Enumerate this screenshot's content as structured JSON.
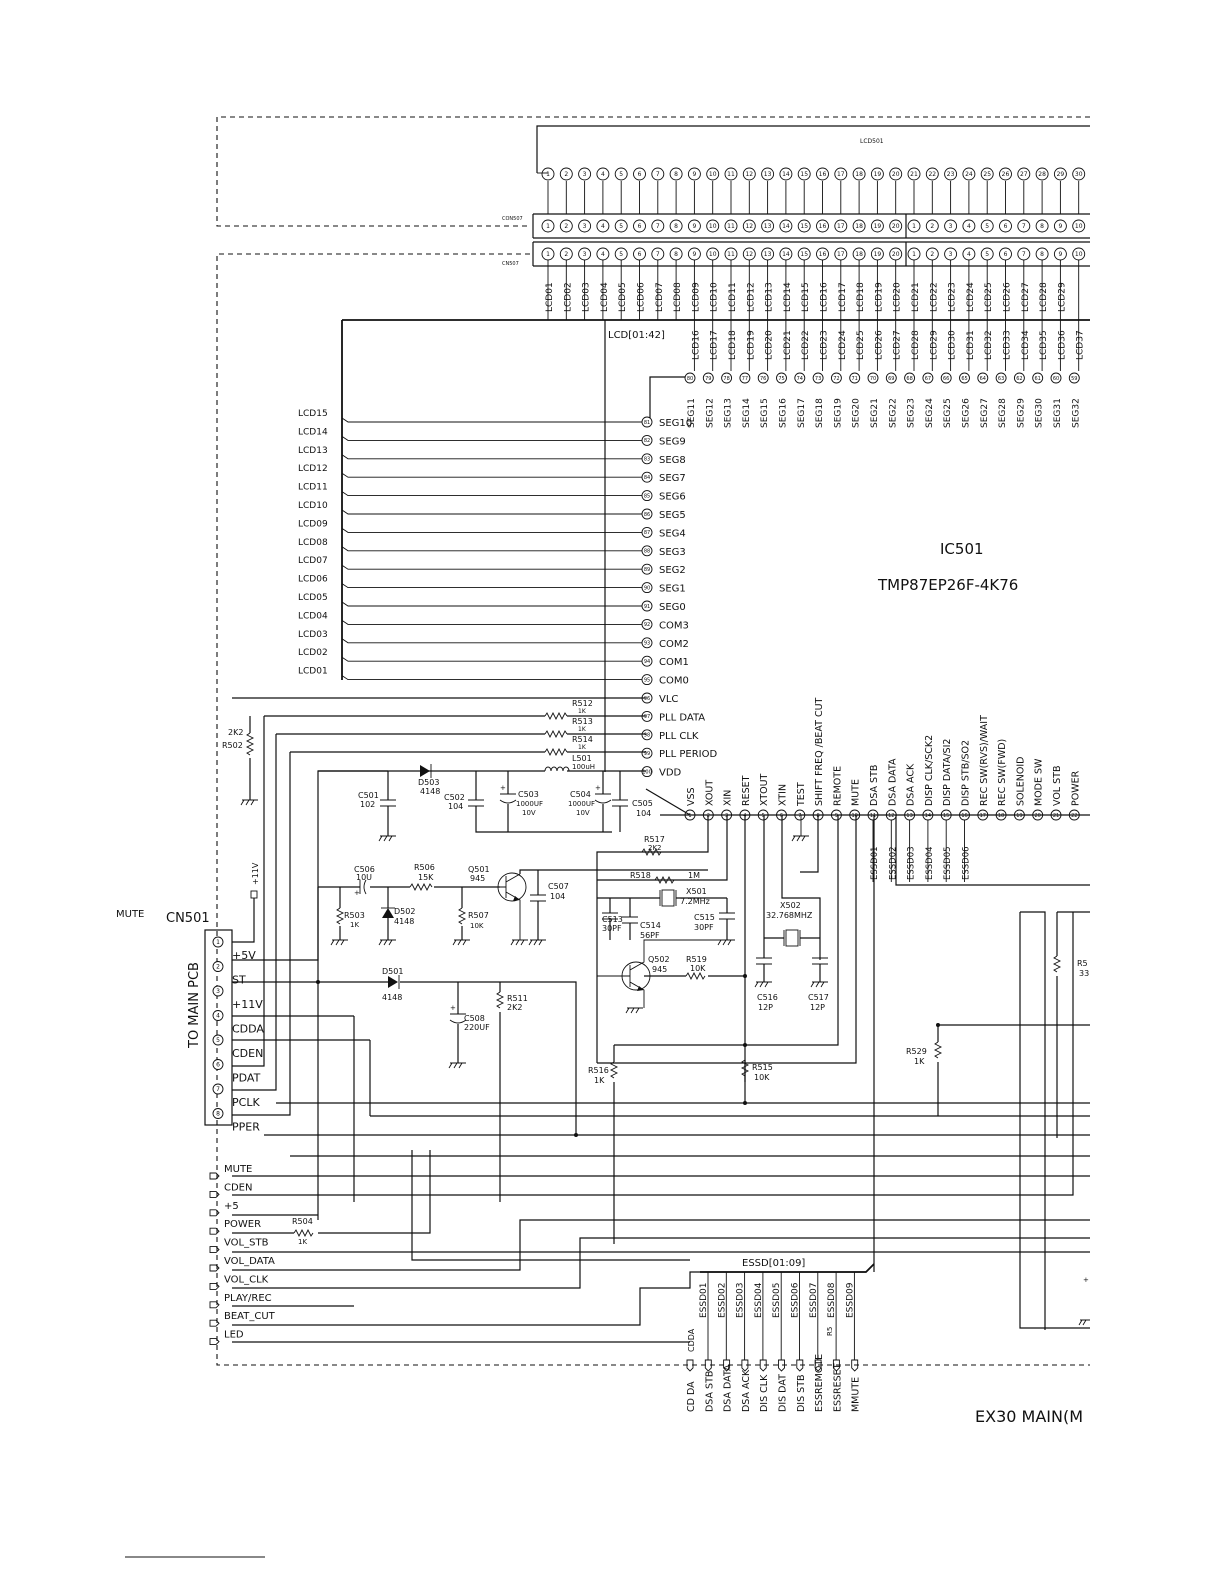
{
  "ic": {
    "ref": "IC501",
    "part": "TMP87EP26F-4K76",
    "left_pins": [
      {
        "num": "81",
        "name": "SEG10",
        "net": "LCD15"
      },
      {
        "num": "82",
        "name": "SEG9",
        "net": "LCD14"
      },
      {
        "num": "83",
        "name": "SEG8",
        "net": "LCD13"
      },
      {
        "num": "84",
        "name": "SEG7",
        "net": "LCD12"
      },
      {
        "num": "85",
        "name": "SEG6",
        "net": "LCD11"
      },
      {
        "num": "86",
        "name": "SEG5",
        "net": "LCD10"
      },
      {
        "num": "87",
        "name": "SEG4",
        "net": "LCD09"
      },
      {
        "num": "88",
        "name": "SEG3",
        "net": "LCD08"
      },
      {
        "num": "89",
        "name": "SEG2",
        "net": "LCD07"
      },
      {
        "num": "90",
        "name": "SEG1",
        "net": "LCD06"
      },
      {
        "num": "91",
        "name": "SEG0",
        "net": "LCD05"
      },
      {
        "num": "92",
        "name": "COM3",
        "net": "LCD04"
      },
      {
        "num": "93",
        "name": "COM2",
        "net": "LCD03"
      },
      {
        "num": "94",
        "name": "COM1",
        "net": "LCD02"
      },
      {
        "num": "95",
        "name": "COM0",
        "net": "LCD01"
      },
      {
        "num": "96",
        "name": "VLC",
        "net": ""
      },
      {
        "num": "97",
        "name": "PLL DATA",
        "net": ""
      },
      {
        "num": "98",
        "name": "PLL CLK",
        "net": ""
      },
      {
        "num": "99",
        "name": "PLL PERIOD",
        "net": ""
      },
      {
        "num": "100",
        "name": "VDD",
        "net": ""
      }
    ],
    "top_pins": [
      {
        "num": "80",
        "name": "SEG11"
      },
      {
        "num": "79",
        "name": "SEG12"
      },
      {
        "num": "78",
        "name": "SEG13"
      },
      {
        "num": "77",
        "name": "SEG14"
      },
      {
        "num": "76",
        "name": "SEG15"
      },
      {
        "num": "75",
        "name": "SEG16"
      },
      {
        "num": "74",
        "name": "SEG17"
      },
      {
        "num": "73",
        "name": "SEG18"
      },
      {
        "num": "72",
        "name": "SEG19"
      },
      {
        "num": "71",
        "name": "SEG20"
      },
      {
        "num": "70",
        "name": "SEG21"
      },
      {
        "num": "69",
        "name": "SEG22"
      },
      {
        "num": "68",
        "name": "SEG23"
      },
      {
        "num": "67",
        "name": "SEG24"
      },
      {
        "num": "66",
        "name": "SEG25"
      },
      {
        "num": "65",
        "name": "SEG26"
      },
      {
        "num": "64",
        "name": "SEG27"
      },
      {
        "num": "63",
        "name": "SEG28"
      },
      {
        "num": "62",
        "name": "SEG29"
      },
      {
        "num": "61",
        "name": "SEG30"
      },
      {
        "num": "60",
        "name": "SEG31"
      },
      {
        "num": "59",
        "name": "SEG32"
      }
    ],
    "bottom_pins": [
      {
        "num": "1",
        "name": "VSS"
      },
      {
        "num": "2",
        "name": "XOUT"
      },
      {
        "num": "3",
        "name": "XIN"
      },
      {
        "num": "4",
        "name": "RESET"
      },
      {
        "num": "5",
        "name": "XTOUT"
      },
      {
        "num": "6",
        "name": "XTIN"
      },
      {
        "num": "7",
        "name": "TEST"
      },
      {
        "num": "8",
        "name": "SHIFT FREQ /BEAT CUT"
      },
      {
        "num": "9",
        "name": "REMOTE"
      },
      {
        "num": "10",
        "name": "MUTE"
      },
      {
        "num": "11",
        "name": "DSA STB"
      },
      {
        "num": "12",
        "name": "DSA DATA"
      },
      {
        "num": "13",
        "name": "DSA ACK"
      },
      {
        "num": "14",
        "name": "DISP CLK/SCK2"
      },
      {
        "num": "15",
        "name": "DISP DATA/SI2"
      },
      {
        "num": "16",
        "name": "DISP STB/SO2"
      },
      {
        "num": "17",
        "name": "REC SW(RVS)/WAIT"
      },
      {
        "num": "18",
        "name": "REC SW(FWD)"
      },
      {
        "num": "19",
        "name": "SOLENOID"
      },
      {
        "num": "20",
        "name": "MODE SW"
      },
      {
        "num": "21",
        "name": "VOL STB"
      },
      {
        "num": "22",
        "name": "POWER"
      }
    ]
  },
  "lcd": {
    "ref": "LCD501",
    "con_top_ref": "CON507",
    "con_bot_ref": "CN507",
    "pins_a": [
      "1",
      "2",
      "3",
      "4",
      "5",
      "6",
      "7",
      "8",
      "9",
      "10",
      "11",
      "12",
      "13",
      "14",
      "15",
      "16",
      "17",
      "18",
      "19",
      "20"
    ],
    "pins_b": [
      "21",
      "22",
      "23",
      "24",
      "25",
      "26",
      "27",
      "28",
      "29",
      "30"
    ],
    "pins_c": [
      "1",
      "2",
      "3",
      "4",
      "5",
      "6",
      "7",
      "8",
      "9",
      "10"
    ],
    "nets_upper_a": [
      "LCD01",
      "LCD02",
      "LCD03",
      "LCD04",
      "LCD05",
      "LCD06",
      "LCD07",
      "LCD08",
      "LCD09",
      "LCD10",
      "LCD11",
      "LCD12",
      "LCD13",
      "LCD14",
      "LCD15",
      "LCD16",
      "LCD17",
      "LCD18",
      "LCD19",
      "LCD20"
    ],
    "nets_upper_b": [
      "LCD21",
      "LCD22",
      "LCD23",
      "LCD24",
      "LCD25",
      "LCD26",
      "LCD27",
      "LCD28",
      "LCD29"
    ],
    "nets_lower": [
      "LCD16",
      "LCD17",
      "LCD18",
      "LCD19",
      "LCD20",
      "LCD21",
      "LCD22",
      "LCD23",
      "LCD24",
      "LCD25",
      "LCD26",
      "LCD27",
      "LCD28",
      "LCD29",
      "LCD30",
      "LCD31",
      "LCD32",
      "LCD33",
      "LCD34",
      "LCD35",
      "LCD36",
      "LCD37"
    ],
    "bus": "LCD[01:42]"
  },
  "components": {
    "r512": [
      "R512",
      "1K"
    ],
    "r513": [
      "R513",
      "1K"
    ],
    "r514": [
      "R514",
      "1K"
    ],
    "l501": [
      "L501",
      "100uH"
    ],
    "r502": [
      "2K2",
      "R502"
    ],
    "c501": [
      "C501",
      "102"
    ],
    "d503": [
      "D503",
      "4148"
    ],
    "c502": [
      "C502",
      "104"
    ],
    "c503": [
      "C503",
      "1000UF",
      "10V"
    ],
    "c504": [
      "C504",
      "1000UF",
      "10V"
    ],
    "c505": [
      "C505",
      "104"
    ],
    "r517": [
      "R517",
      "2K2"
    ],
    "r518": [
      "R518",
      "1M"
    ],
    "x501": [
      "X501",
      "7.2MHz"
    ],
    "c513": [
      "C513",
      "30PF"
    ],
    "c514": [
      "C514",
      "56PF"
    ],
    "c515": [
      "C515",
      "30PF"
    ],
    "x502": [
      "X502",
      "32.768MHZ"
    ],
    "c506": [
      "C506",
      "10U"
    ],
    "r506": [
      "R506",
      "15K"
    ],
    "q501": [
      "Q501",
      "945"
    ],
    "c507": [
      "C507",
      "104"
    ],
    "r503": [
      "R503",
      "1K"
    ],
    "d502": [
      "D502",
      "4148"
    ],
    "r507": [
      "R507",
      "10K"
    ],
    "q502": [
      "Q502",
      "945"
    ],
    "r519": [
      "R519",
      "10K"
    ],
    "c516": [
      "C516",
      "12P"
    ],
    "c517": [
      "C517",
      "12P"
    ],
    "d501": [
      "D501",
      "4148"
    ],
    "c508": [
      "C508",
      "220UF"
    ],
    "r511": [
      "R511",
      "2K2"
    ],
    "r516": [
      "R516",
      "1K"
    ],
    "r515": [
      "R515",
      "10K"
    ],
    "r529": [
      "R529",
      "1K"
    ],
    "r5x": [
      "R5",
      "33"
    ],
    "r504": [
      "R504",
      "1K"
    ],
    "v11": "+11V",
    "plus": "+",
    "r5partial": "R5"
  },
  "cn501": {
    "ref": "CN501",
    "side_label": "TO MAIN PCB",
    "mute_label": "MUTE",
    "pins": [
      {
        "num": "1",
        "label": "+5V"
      },
      {
        "num": "2",
        "label": "ST"
      },
      {
        "num": "3",
        "label": "+11V"
      },
      {
        "num": "4",
        "label": "CDDA"
      },
      {
        "num": "5",
        "label": "CDEN"
      },
      {
        "num": "6",
        "label": "PDAT"
      },
      {
        "num": "7",
        "label": "PCLK"
      },
      {
        "num": "8",
        "label": "PPER"
      }
    ]
  },
  "signals": [
    "MUTE",
    "CDEN",
    "+5",
    "POWER",
    "VOL_STB",
    "VOL_DATA",
    "VOL_CLK",
    "PLAY/REC",
    "BEAT_CUT",
    "LED"
  ],
  "essd": {
    "bus": "ESSD[01:09]",
    "upper": [
      "ESSD01",
      "ESSD02",
      "ESSD03",
      "ESSD04",
      "ESSD05",
      "ESSD06"
    ],
    "lines": [
      "ESSD01",
      "ESSD02",
      "ESSD03",
      "ESSD04",
      "ESSD05",
      "ESSD06",
      "ESSD07",
      "ESSD08",
      "ESSD09"
    ],
    "r5_overlap": "R5",
    "cdda": "CDDA",
    "ports": [
      "CD DA",
      "DSA STB",
      "DSA DATA",
      "DSA ACK",
      "DIS CLK",
      "DIS DAT",
      "DIS STB",
      "ESSREMOTE",
      "ESSRESET",
      "MMUTE"
    ]
  },
  "footer": {
    "title": "EX30 MAIN(M"
  }
}
